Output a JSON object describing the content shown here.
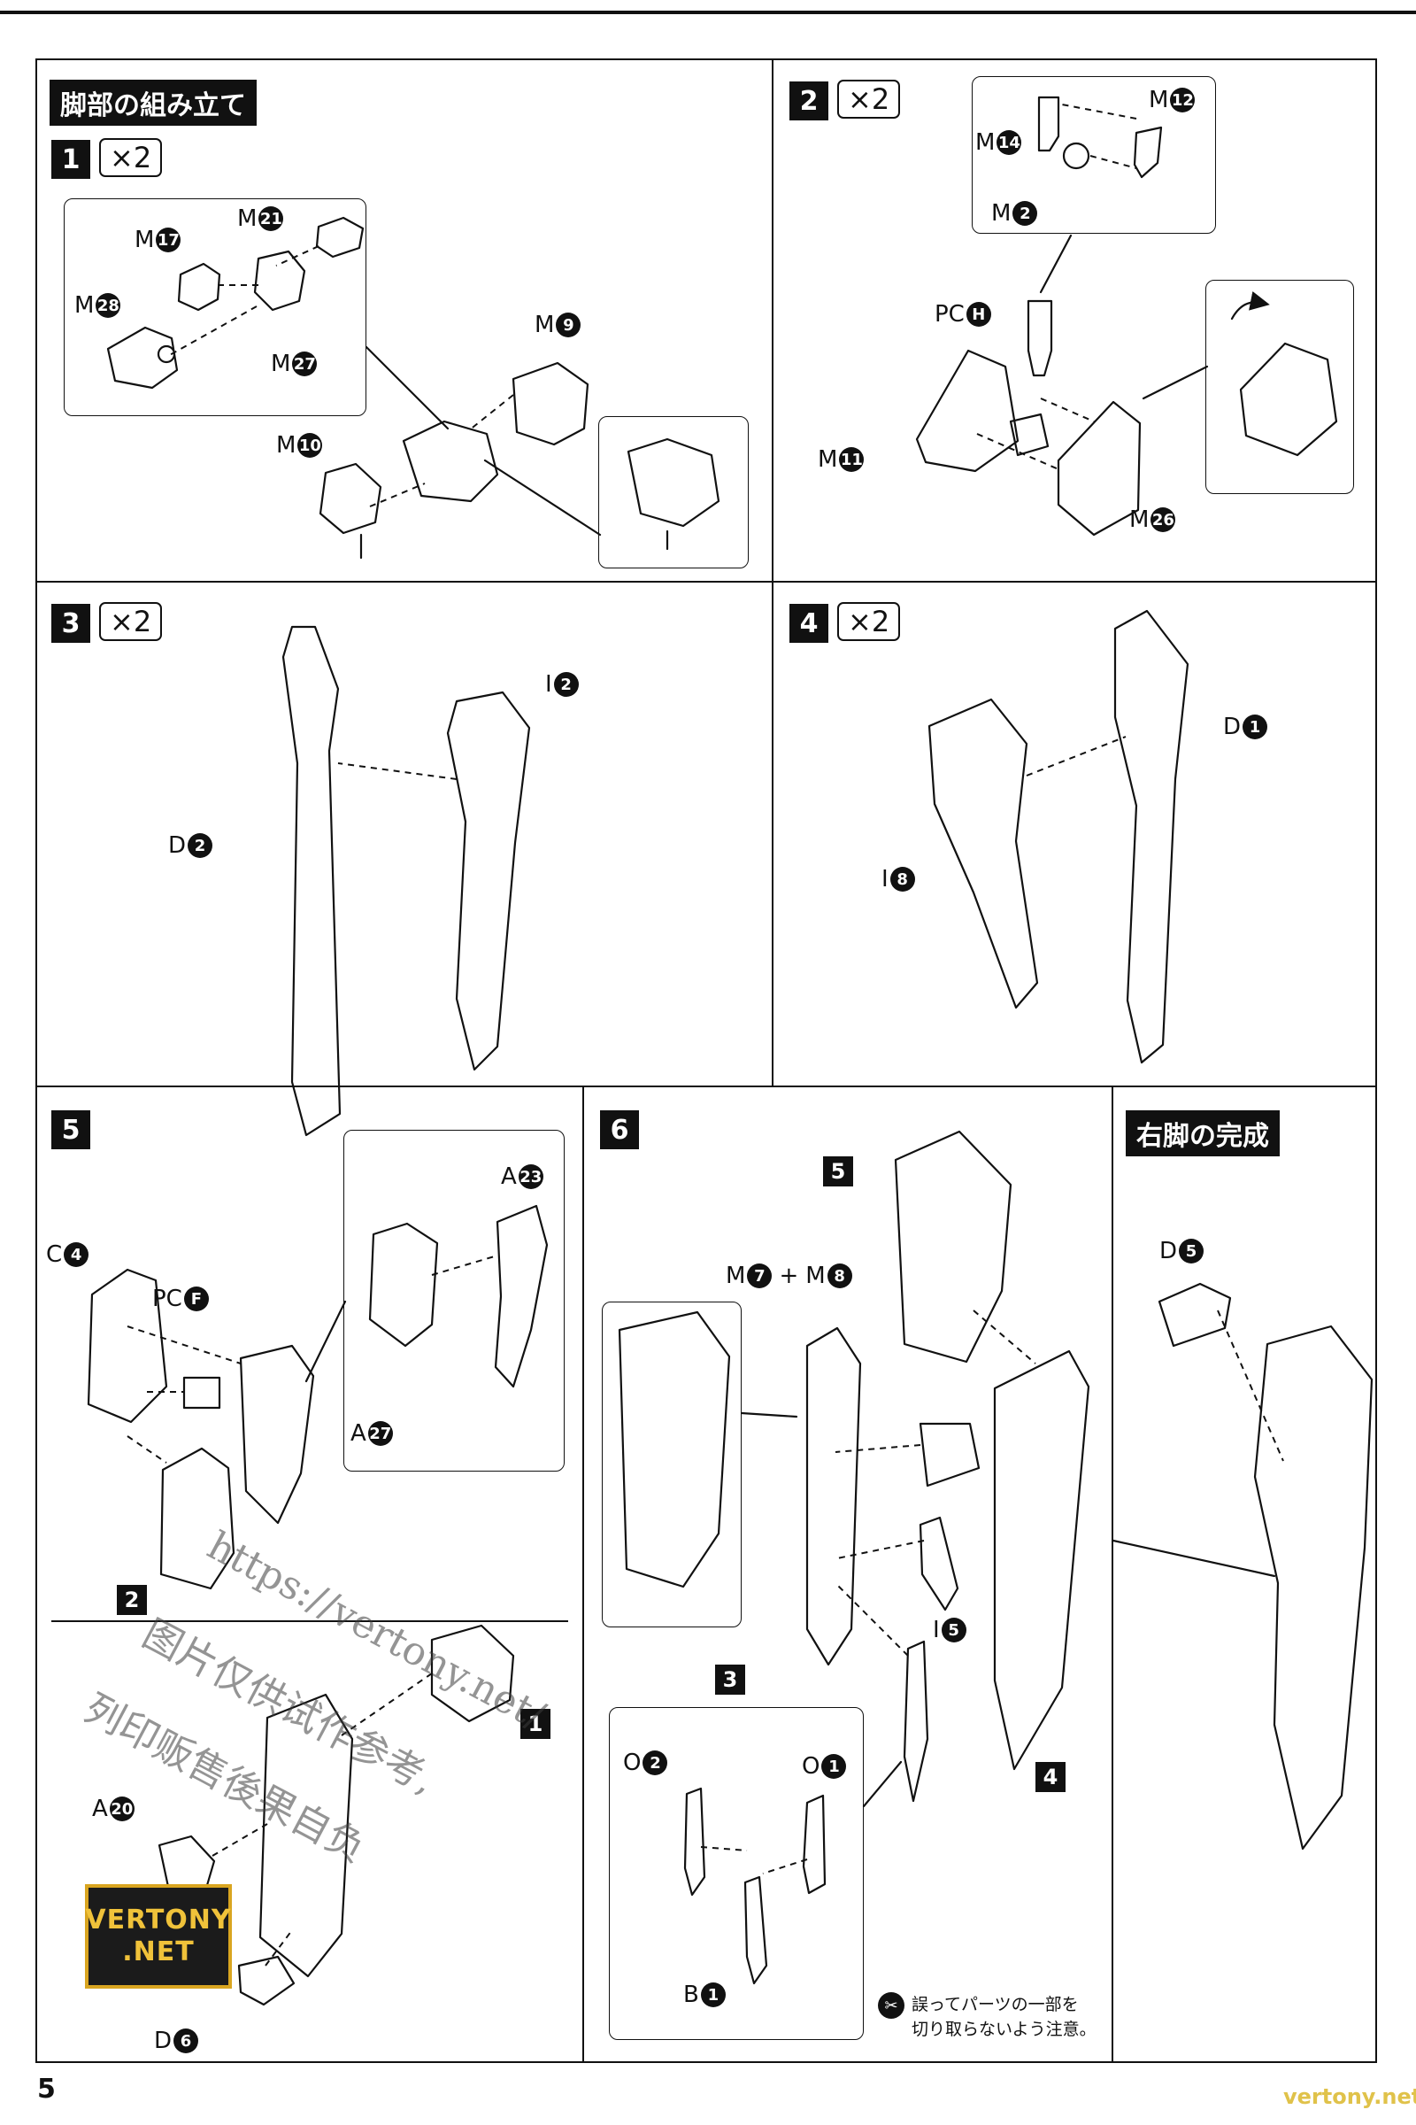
{
  "page": {
    "number": "5"
  },
  "header": {
    "section_title": "脚部の組み立て"
  },
  "watermark": {
    "url": "https://vertony.net/",
    "line2": "图片仅供试作参考,",
    "line3": "列印贩售後果自负",
    "logo_line1": "VERTONY",
    "logo_line2": ".NET",
    "corner": "vertony.net"
  },
  "steps": [
    {
      "number": "1",
      "multiplier": "×2",
      "labels": [
        {
          "prefix": "M",
          "part": "21"
        },
        {
          "prefix": "M",
          "part": "17"
        },
        {
          "prefix": "M",
          "part": "28"
        },
        {
          "prefix": "M",
          "part": "27"
        },
        {
          "prefix": "M",
          "part": "9"
        },
        {
          "prefix": "M",
          "part": "10"
        }
      ]
    },
    {
      "number": "2",
      "multiplier": "×2",
      "labels": [
        {
          "prefix": "M",
          "part": "12"
        },
        {
          "prefix": "M",
          "part": "14"
        },
        {
          "prefix": "M",
          "part": "2"
        },
        {
          "prefix": "PC",
          "part": "H"
        },
        {
          "prefix": "M",
          "part": "11"
        },
        {
          "prefix": "M",
          "part": "26"
        }
      ]
    },
    {
      "number": "3",
      "multiplier": "×2",
      "labels": [
        {
          "prefix": "I",
          "part": "2"
        },
        {
          "prefix": "D",
          "part": "2"
        }
      ]
    },
    {
      "number": "4",
      "multiplier": "×2",
      "labels": [
        {
          "prefix": "D",
          "part": "1"
        },
        {
          "prefix": "I",
          "part": "8"
        }
      ]
    },
    {
      "number": "5",
      "labels": [
        {
          "prefix": "A",
          "part": "23"
        },
        {
          "prefix": "C",
          "part": "4"
        },
        {
          "prefix": "PC",
          "part": "F"
        },
        {
          "prefix": "A",
          "part": "27"
        },
        {
          "prefix": "A",
          "part": "20"
        },
        {
          "prefix": "D",
          "part": "6"
        }
      ],
      "refs": [
        "2",
        "1"
      ]
    },
    {
      "number": "6",
      "labels": [
        {
          "prefix": "M",
          "part": "7"
        },
        {
          "prefix": "M",
          "part": "8"
        },
        {
          "prefix": "I",
          "part": "5"
        },
        {
          "prefix": "O",
          "part": "2"
        },
        {
          "prefix": "O",
          "part": "1"
        },
        {
          "prefix": "B",
          "part": "1"
        }
      ],
      "plus": "+",
      "refs": [
        "5",
        "3",
        "4"
      ],
      "note_line1": "誤ってパーツの一部を",
      "note_line2": "切り取らないよう注意。"
    }
  ],
  "completion": {
    "title": "右脚の完成",
    "labels": [
      {
        "prefix": "D",
        "part": "5"
      }
    ]
  },
  "colors": {
    "ink": "#111111",
    "paper": "#ffffff",
    "logo_gold": "#d9a520",
    "site_text": "#e0c24a"
  }
}
